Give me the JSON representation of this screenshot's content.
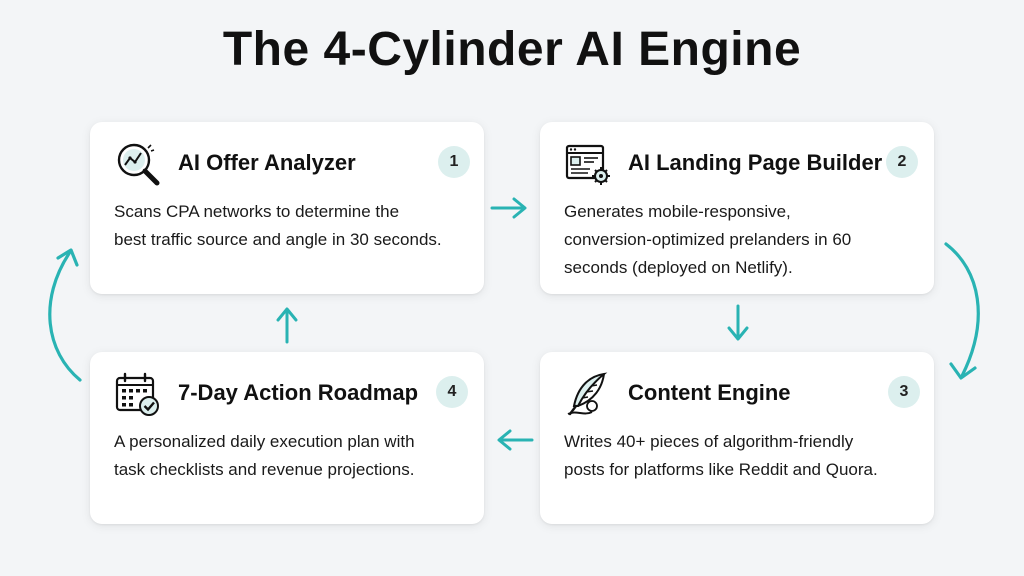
{
  "title": "The 4-Cylinder AI Engine",
  "accent_color": "#29b3b3",
  "cards": [
    {
      "number": "1",
      "title": "AI Offer Analyzer",
      "icon": "magnifier-chart-icon",
      "desc_lines": [
        "Scans CPA networks to determine the",
        "best traffic source and angle in 30 seconds."
      ]
    },
    {
      "number": "2",
      "title": "AI Landing Page Builder",
      "icon": "webpage-gear-icon",
      "desc_lines": [
        "Generates mobile-responsive,",
        "conversion-optimized prelanders in 60",
        "seconds (deployed on Netlify)."
      ]
    },
    {
      "number": "3",
      "title": "Content Engine",
      "icon": "quill-icon",
      "desc_lines": [
        "Writes 40+ pieces of algorithm-friendly",
        "posts for platforms like Reddit and Quora."
      ]
    },
    {
      "number": "4",
      "title": "7-Day Action Roadmap",
      "icon": "calendar-check-icon",
      "desc_lines": [
        "A personalized daily execution plan with",
        "task checklists and revenue projections."
      ]
    }
  ]
}
